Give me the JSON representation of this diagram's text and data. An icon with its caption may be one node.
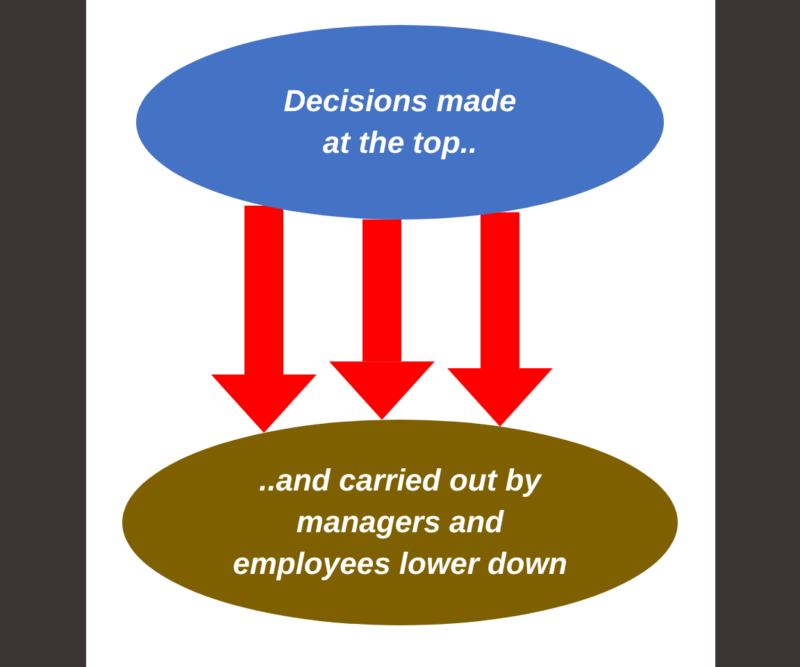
{
  "diagram": {
    "nodes": [
      {
        "text": [
          "Decisions made at the top.."
        ]
      },
      {
        "text": [
          "..and carried out by managers and employees lower down"
        ]
      }
    ],
    "edges": [
      {
        "from": 0,
        "to": 1,
        "arrow": "to"
      },
      {
        "from": 0,
        "to": 1,
        "arrow": "to"
      },
      {
        "from": 0,
        "to": 1,
        "arrow": "to"
      }
    ]
  }
}
